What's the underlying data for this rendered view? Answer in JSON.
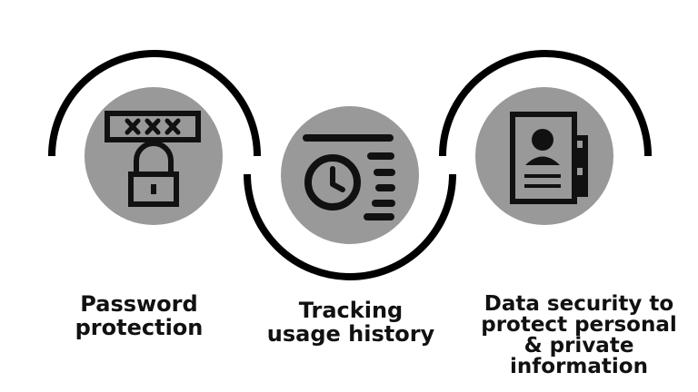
{
  "diagram": {
    "colors": {
      "arc": "#000000",
      "circle_fill": "#999999",
      "icon": "#111111",
      "background": "#ffffff"
    },
    "items": [
      {
        "icon": "password-padlock-icon",
        "label_lines": [
          "Password",
          "protection"
        ]
      },
      {
        "icon": "clock-history-icon",
        "label_lines": [
          "Tracking",
          "usage history"
        ]
      },
      {
        "icon": "personal-data-file-icon",
        "label_lines": [
          "Data security to",
          "protect personal",
          "& private",
          "information"
        ]
      }
    ]
  }
}
